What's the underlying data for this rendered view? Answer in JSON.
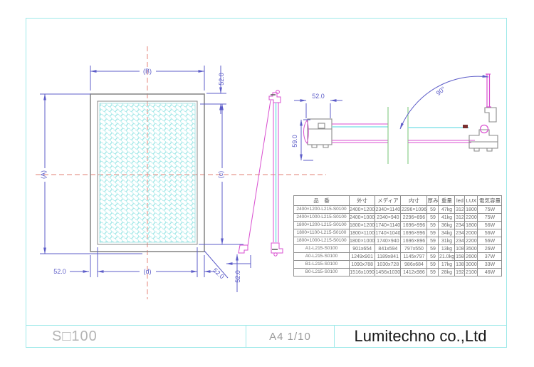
{
  "title_block": {
    "model": "S□100",
    "sheet": "A4 1/10",
    "company": "Lumitechno co.,Ltd"
  },
  "front_view": {
    "overall_width_label": "(B)",
    "overall_height_label": "(A)",
    "inner_height_label": "(c)",
    "inner_width_label": "(d)",
    "frame_inset_top": "52.0",
    "frame_inset_bottom_left": "52.0",
    "frame_inset_corner_vertical": "52.0",
    "frame_inset_corner_diagonal": "52.0"
  },
  "section_view": {
    "frame_width": "52.0",
    "frame_depth": "59.0",
    "door_open_angle": "90°"
  },
  "spec_table": {
    "headers": [
      "品　番",
      "外寸",
      "メディア",
      "内寸",
      "厚み",
      "重量",
      "led",
      "LUX",
      "電気容量"
    ],
    "rows": [
      [
        "2400×1200-L215-S0100",
        "2400×1200",
        "2340×1140",
        "2296×1096",
        "59",
        "47kg",
        "312",
        "1800",
        "75W"
      ],
      [
        "2400×1000-L215-S0100",
        "2400×1000",
        "2340×940",
        "2296×896",
        "59",
        "41kg",
        "312",
        "2200",
        "75W"
      ],
      [
        "1800×1200-L215-S0100",
        "1800×1200",
        "1740×1140",
        "1696×996",
        "59",
        "36kg",
        "234",
        "1800",
        "56W"
      ],
      [
        "1800×1100-L215-S0100",
        "1800×1100",
        "1740×1040",
        "1696×996",
        "59",
        "34kg",
        "234",
        "2000",
        "56W"
      ],
      [
        "1800×1000-L215-S0100",
        "1800×1000",
        "1740×940",
        "1696×896",
        "59",
        "31kg",
        "234",
        "2200",
        "56W"
      ],
      [
        "A1-L215-S0100",
        "901x654",
        "841x594",
        "797x550",
        "59",
        "13kg",
        "108",
        "3500",
        "26W"
      ],
      [
        "A0-L215-S0100",
        "1249x901",
        "1189x841",
        "1145x797",
        "59",
        "21.0kg",
        "158",
        "2600",
        "37W"
      ],
      [
        "B1-L215-S0100",
        "1090x788",
        "1030x728",
        "986x684",
        "59",
        "17kg",
        "138",
        "3000",
        "33W"
      ],
      [
        "B0-L215-S0100",
        "1516x1090",
        "1456x1030",
        "1412x986",
        "59",
        "28kg",
        "192",
        "2100",
        "46W"
      ]
    ]
  },
  "colors": {
    "sheet_border": "#9ee9e9",
    "dimension_blue": "#5c5cc8",
    "centerline_red": "#e8998f",
    "profile_magenta": "#d94fd0",
    "media_cyan": "#8ae4ea",
    "break_green": "#74c474",
    "drawing_gray": "#8a8a8a"
  }
}
